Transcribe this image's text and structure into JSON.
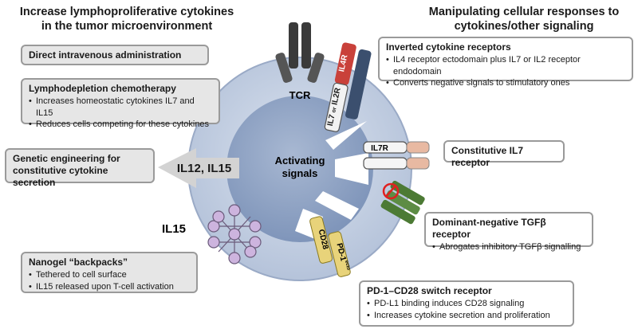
{
  "headings": {
    "left": [
      "Increase lymphoproliferative cytokines",
      "in the tumor microenvironment"
    ],
    "right": [
      "Manipulating cellular responses to",
      "cytokines/other signaling"
    ]
  },
  "left_boxes": {
    "iv": {
      "title": "Direct intravenous administration"
    },
    "lympho": {
      "title": "Lymphodepletion chemotherapy",
      "bullets": [
        "Increases homeostatic cytokines IL7 and IL15",
        "Reduces cells competing for these cytokines"
      ]
    },
    "genetic": {
      "title": [
        "Genetic engineering for",
        "constitutive cytokine secretion"
      ]
    },
    "nanogel": {
      "title": "Nanogel “backpacks”",
      "bullets": [
        "Tethered to cell surface",
        "IL15 released upon T-cell activation"
      ]
    }
  },
  "right_boxes": {
    "inverted": {
      "title": "Inverted cytokine receptors",
      "bullets": [
        "IL4 receptor ectodomain plus IL7 or IL2 receptor endodomain",
        "Converts negative signals to stimulatory ones"
      ]
    },
    "il7r": {
      "title": "Constitutive IL7 receptor"
    },
    "tgfb": {
      "title": "Dominant-negative TGFβ receptor",
      "bullets": [
        "Abrogates inhibitory TGFβ signalling"
      ]
    },
    "pd1": {
      "title": "PD-1–CD28 switch receptor",
      "bullets": [
        "PD-L1 binding induces CD28 signaling",
        "Increases cytokine secretion and proliferation"
      ]
    }
  },
  "cell": {
    "center_text": [
      "Activating",
      "signals"
    ],
    "tcr": "TCR",
    "il4r": "IL4R",
    "il7_il2r": [
      "IL7",
      "or",
      "IL2R"
    ],
    "il7r": "IL7R",
    "cd28": "CD28",
    "pd1": "PD-1",
    "pd1_sub": "ecto",
    "secreted": "IL12, IL15",
    "il15": "IL15"
  },
  "colors": {
    "cell_outer": "#c7d1e2",
    "cell_inner": "#95a7c6",
    "box_grey": "#e6e6e6",
    "box_border": "#9a9a9a",
    "il4r_red": "#c9413a",
    "navy": "#3b4f6e",
    "green": "#4c7a34",
    "cd28_yellow": "#e8d37a",
    "il7r_peach": "#e8b9a2",
    "nanogel_purple": "#cdb4de"
  }
}
